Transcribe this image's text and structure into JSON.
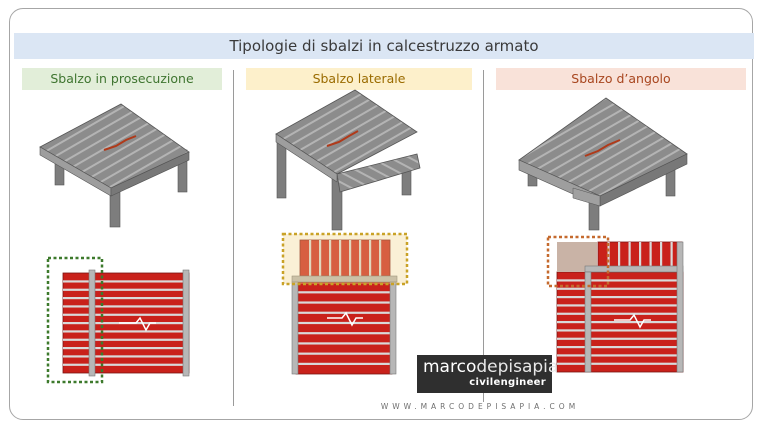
{
  "title": "Tipologie di sbalzi in calcestruzzo armato",
  "columns": [
    {
      "label": "Sbalzo in prosecuzione",
      "bg": "#e2eed9",
      "color": "#3f7530"
    },
    {
      "label": "Sbalzo laterale",
      "bg": "#fdf0cb",
      "color": "#9a6b00"
    },
    {
      "label": "Sbalzo d’angolo",
      "bg": "#f9e2d9",
      "color": "#a8461f"
    }
  ],
  "logo": {
    "name_light": "marco",
    "name_bold": "depisapia",
    "subtitle": "civilengineer"
  },
  "website": "WWW.MARCODEPISAPIA.COM",
  "colors": {
    "slab_red": "#c9211b",
    "joist_grey": "#b7b7b7",
    "highlight_green": "#3d7a2c",
    "highlight_yellow": "#c9a227",
    "highlight_orange": "#c56a2e",
    "title_bg": "#dbe6f4"
  }
}
